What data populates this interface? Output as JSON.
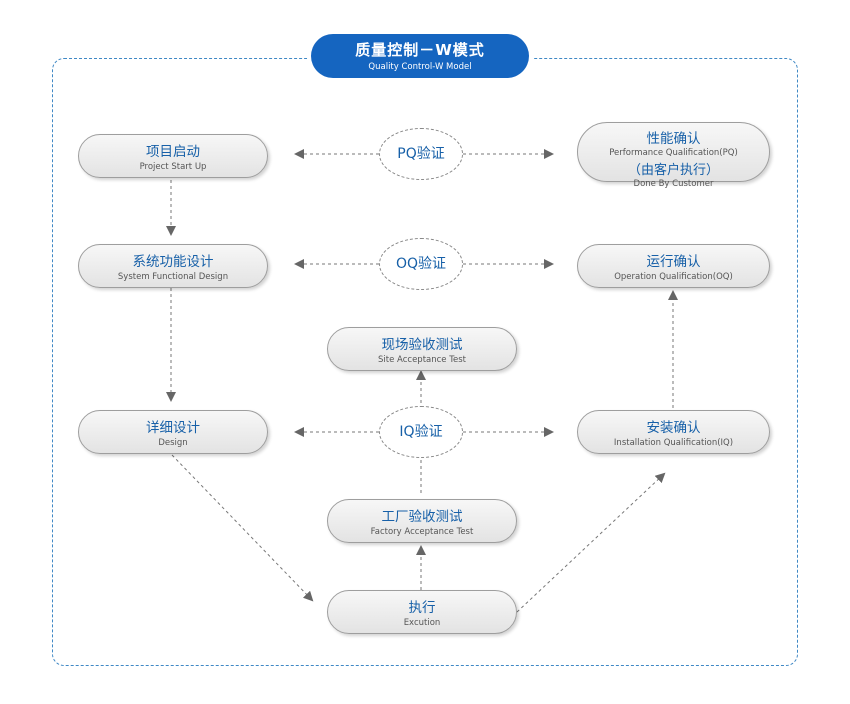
{
  "title": {
    "zh": "质量控制－W模式",
    "en": "Quality Control-W Model"
  },
  "nodes": {
    "project_start": {
      "zh": "项目启动",
      "en": "Project Start Up"
    },
    "system_design": {
      "zh": "系统功能设计",
      "en": "System Functional Design"
    },
    "design": {
      "zh": "详细设计",
      "en": "Design"
    },
    "execution": {
      "zh": "执行",
      "en": "Excution"
    },
    "fat": {
      "zh": "工厂验收测试",
      "en": "Factory Acceptance Test"
    },
    "sat": {
      "zh": "现场验收测试",
      "en": "Site Acceptance Test"
    },
    "pq": {
      "zh": "性能确认",
      "en": "Performance Qualification(PQ)",
      "zh2": "（由客户执行）",
      "en2": "Done By Customer"
    },
    "oq": {
      "zh": "运行确认",
      "en": "Operation Qualification(OQ)"
    },
    "iq": {
      "zh": "安装确认",
      "en": "Installation Qualification(IQ)"
    }
  },
  "verifications": {
    "pq": "PQ验证",
    "oq": "OQ验证",
    "iq": "IQ验证"
  },
  "colors": {
    "accent": "#1565c0",
    "text_blue": "#1760a8",
    "frame": "#3f88c5",
    "arrow": "#666666"
  }
}
